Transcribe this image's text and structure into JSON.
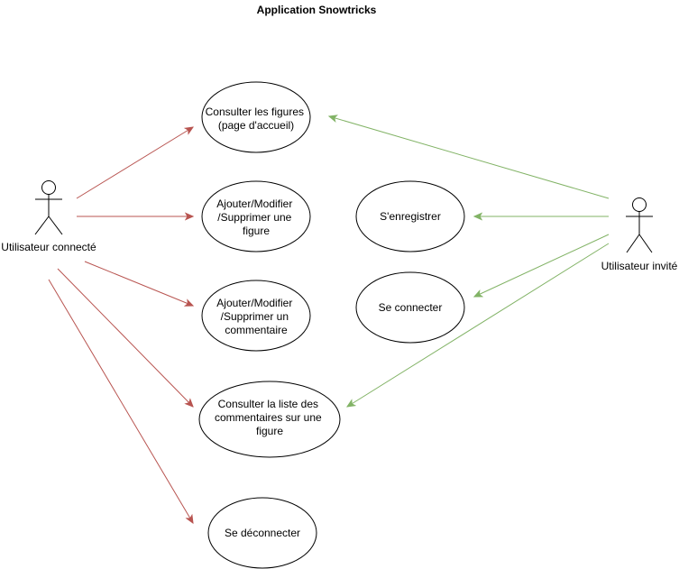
{
  "title": "Application Snowtricks",
  "colors": {
    "left_arrows": "#b85450",
    "right_arrows": "#82b366",
    "stroke": "#000000",
    "fill": "#ffffff"
  },
  "actors": {
    "connected": {
      "label": "Utilisateur connecté"
    },
    "guest": {
      "label": "Utilisateur invité"
    }
  },
  "usecases": {
    "consulter_figures": {
      "lines": [
        "Consulter les figures",
        "(page d'accueil)"
      ]
    },
    "ajouter_figure": {
      "lines": [
        "Ajouter/Modifier",
        "/Supprimer une",
        "figure"
      ]
    },
    "ajouter_commentaire": {
      "lines": [
        "Ajouter/Modifier",
        "/Supprimer un",
        "commentaire"
      ]
    },
    "consulter_commentaires": {
      "lines": [
        "Consulter la liste des",
        "commentaires sur une",
        "figure"
      ]
    },
    "se_deconnecter": {
      "lines": [
        "Se déconnecter"
      ]
    },
    "s_enregistrer": {
      "lines": [
        "S'enregistrer"
      ]
    },
    "se_connecter": {
      "lines": [
        "Se connecter"
      ]
    }
  }
}
